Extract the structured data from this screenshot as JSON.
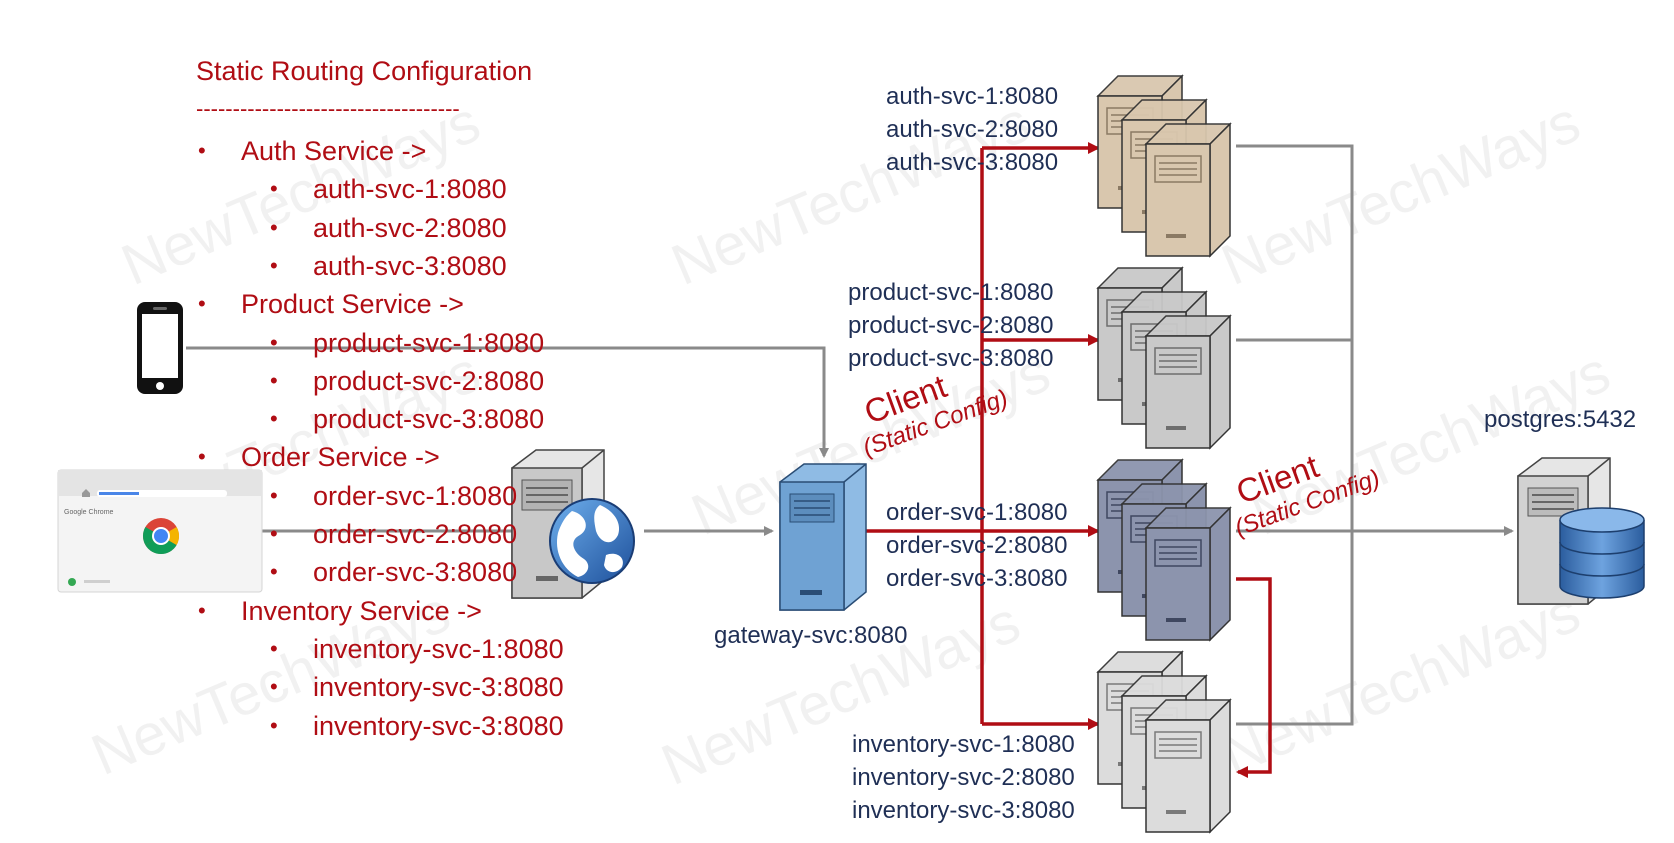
{
  "routing_config": {
    "title": "Static Routing Configuration",
    "separator": "------------------------------------",
    "services": [
      {
        "label": "Auth Service ->",
        "instances": [
          "auth-svc-1:8080",
          "auth-svc-2:8080",
          "auth-svc-3:8080"
        ]
      },
      {
        "label": "Product Service ->",
        "instances": [
          "product-svc-1:8080",
          "product-svc-2:8080",
          "product-svc-3:8080"
        ]
      },
      {
        "label": "Order Service ->",
        "instances": [
          "order-svc-1:8080",
          "order-svc-2:8080",
          "order-svc-3:8080"
        ]
      },
      {
        "label": "Inventory Service ->",
        "instances": [
          "inventory-svc-1:8080",
          "inventory-svc-3:8080",
          "inventory-svc-3:8080"
        ]
      }
    ]
  },
  "clients": {
    "browser_brand": "Google Chrome"
  },
  "gateway": {
    "label": "gateway-svc:8080"
  },
  "clusters": {
    "auth": [
      "auth-svc-1:8080",
      "auth-svc-2:8080",
      "auth-svc-3:8080"
    ],
    "product": [
      "product-svc-1:8080",
      "product-svc-2:8080",
      "product-svc-3:8080"
    ],
    "order": [
      "order-svc-1:8080",
      "order-svc-2:8080",
      "order-svc-3:8080"
    ],
    "inventory": [
      "inventory-svc-1:8080",
      "inventory-svc-2:8080",
      "inventory-svc-3:8080"
    ]
  },
  "client_labels": [
    {
      "title": "Client",
      "subtitle": "(Static Config)"
    },
    {
      "title": "Client",
      "subtitle": "(Static Config)"
    }
  ],
  "database": {
    "label": "postgres:5432"
  },
  "watermark": "NewTechWays",
  "colors": {
    "accent_red": "#b00d14",
    "label_navy": "#1f2f55",
    "connector_gray": "#8a8a8a",
    "auth_server": "#d9c7ae",
    "product_server": "#c9c9c9",
    "order_server": "#8c94ad",
    "inventory_server": "#dcdcdc",
    "gateway_server": "#6fa2d3"
  },
  "icons": [
    "smartphone-icon",
    "browser-window-icon",
    "chrome-logo-icon",
    "globe-icon",
    "server-icon",
    "database-icon"
  ]
}
